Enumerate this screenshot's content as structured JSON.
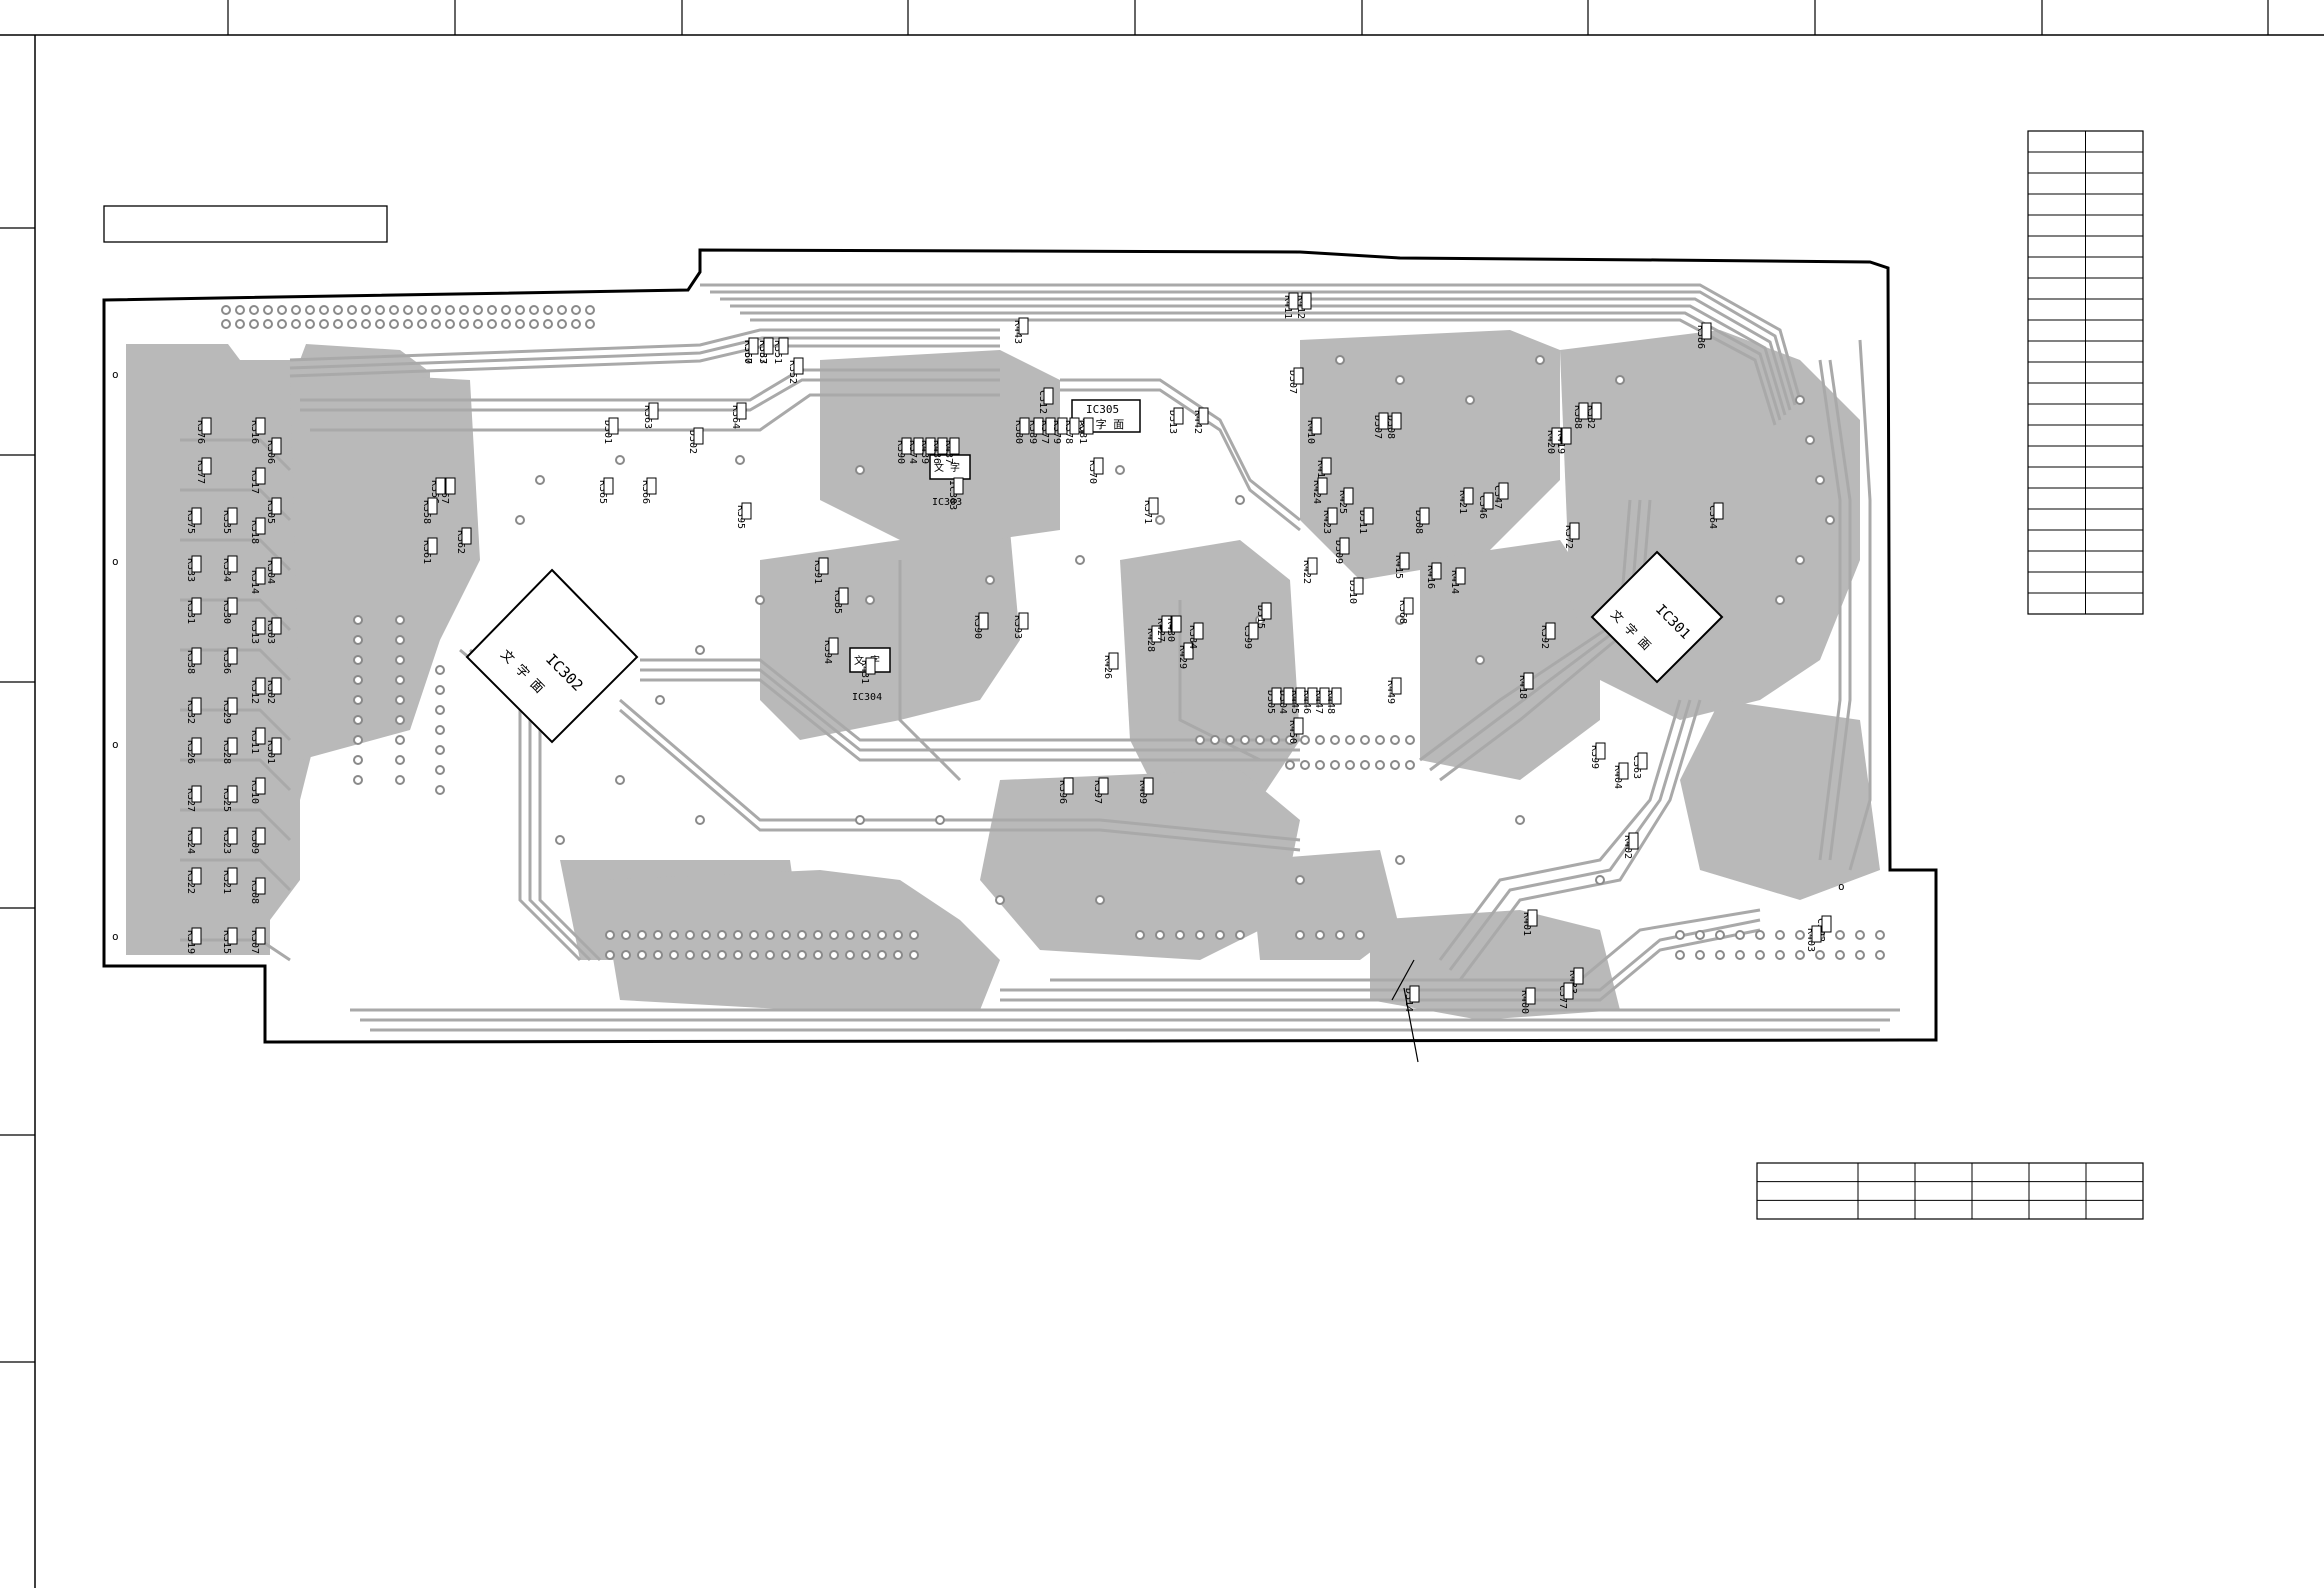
{
  "title_box": {
    "text": ""
  },
  "ics": [
    {
      "ref": "IC302",
      "marking": "文 字 面"
    },
    {
      "ref": "IC301",
      "marking": "文 字 面"
    },
    {
      "ref": "IC305",
      "marking": "文 字 面"
    },
    {
      "ref": "IC303",
      "marking": "文 字"
    },
    {
      "ref": "IC304",
      "marking": "文 字"
    }
  ],
  "component_labels": [
    "R350",
    "R353",
    "R351",
    "R352",
    "R443",
    "C312",
    "R390",
    "R374",
    "R439",
    "R436",
    "R437",
    "IC303",
    "R380",
    "R389",
    "R377",
    "R379",
    "R378",
    "R381",
    "R370",
    "R371",
    "D313",
    "R442",
    "R412",
    "R411",
    "D307",
    "R410",
    "R413",
    "R424",
    "R423",
    "R422",
    "R425",
    "D311",
    "D307",
    "D308",
    "R376",
    "R377",
    "R375",
    "R335",
    "R333",
    "R334",
    "R331",
    "R330",
    "R338",
    "R336",
    "R332",
    "R329",
    "R326",
    "R328",
    "R327",
    "R325",
    "R324",
    "R323",
    "R322",
    "R321",
    "R319",
    "R315",
    "R316",
    "R317",
    "R318",
    "R314",
    "R313",
    "R312",
    "R311",
    "R310",
    "R309",
    "R308",
    "R307",
    "R306",
    "R305",
    "R304",
    "R303",
    "R302",
    "R301",
    "R357",
    "R356",
    "R358",
    "R362",
    "R361",
    "R363",
    "D301",
    "R364",
    "D302",
    "R365",
    "R366",
    "R395",
    "R391",
    "R385",
    "R394",
    "R393",
    "R390",
    "R431",
    "R426",
    "R428",
    "R427",
    "R430",
    "R429",
    "R384",
    "R396",
    "R397",
    "R409",
    "R386",
    "R382",
    "R388",
    "R420",
    "R419",
    "D308",
    "R415",
    "R416",
    "R414",
    "R421",
    "D309",
    "D310",
    "R368",
    "C347",
    "C346",
    "R372",
    "C364",
    "R392",
    "R418",
    "R399",
    "C363",
    "R404",
    "R402",
    "C392",
    "R403",
    "R401",
    "R400",
    "R433",
    "C377",
    "D314",
    "D315",
    "C399",
    "D305",
    "D304",
    "R445",
    "R446",
    "R447",
    "R448",
    "R449",
    "R450",
    "R367",
    "R387"
  ],
  "side_table": {
    "rows": 23,
    "columns": 2
  },
  "bottom_table": {
    "rows": 3,
    "columns": 6
  }
}
